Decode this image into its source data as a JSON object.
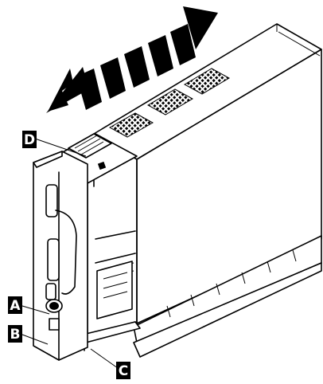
{
  "callouts": {
    "a": "A",
    "b": "B",
    "c": "C",
    "d": "D"
  },
  "colors": {
    "ink": "#000000",
    "paper": "#ffffff"
  },
  "arrow": {
    "direction": "slide-out-left"
  }
}
